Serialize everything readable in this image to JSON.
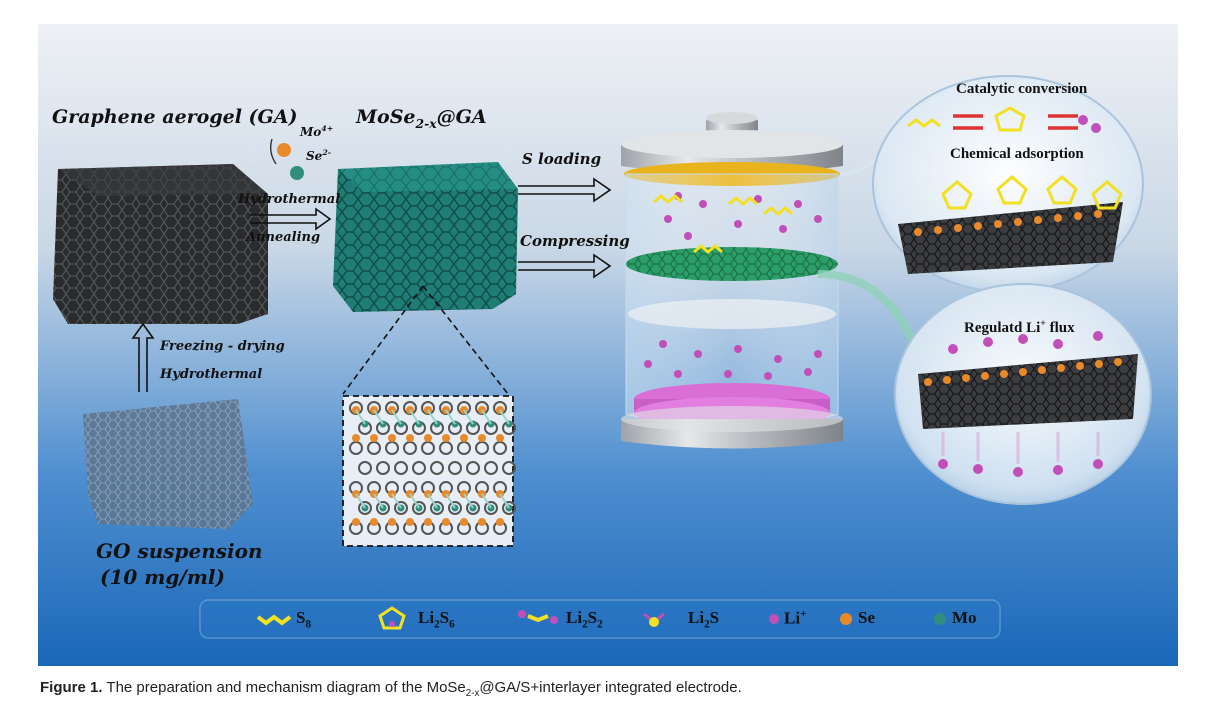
{
  "labels": {
    "ga_title": "Graphene aerogel (GA)",
    "mose_title_main": "MoSe",
    "mose_title_sub": "2-x",
    "mose_title_suffix": "@GA",
    "mo_ion": "Mo",
    "mo_ion_sup": "4+",
    "se_ion": "Se",
    "se_ion_sup": "2-",
    "hydrothermal": "Hydrothermal",
    "annealing": "Annealing",
    "freezing_drying": "Freezing - drying",
    "hydrothermal2": "Hydrothermal",
    "go_suspension_line1": "GO suspension",
    "go_suspension_line2": "(10 mg/ml)",
    "s_loading": "S loading",
    "compressing": "Compressing",
    "catalytic_conversion": "Catalytic conversion",
    "chemical_adsorption": "Chemical adsorption",
    "regulated_flux_main": "Regulatd Li",
    "regulated_flux_sup": "+",
    "regulated_flux_suffix": " flux"
  },
  "legend": [
    {
      "label": "S",
      "sub": "8",
      "icon": "s8-molecule-icon"
    },
    {
      "label": "Li",
      "sub": "2",
      "label2": "S",
      "sub2": "6",
      "icon": "li2s6-molecule-icon"
    },
    {
      "label": "Li",
      "sub": "2",
      "label2": "S",
      "sub2": "2",
      "icon": "li2s2-molecule-icon"
    },
    {
      "label": "Li",
      "sub": "2",
      "label2": "S",
      "sub2": "",
      "icon": "li2s-molecule-icon"
    },
    {
      "label": "Li",
      "sup": "+",
      "icon": "li-ion-icon"
    },
    {
      "label": "Se",
      "icon": "se-atom-icon"
    },
    {
      "label": "Mo",
      "icon": "mo-atom-icon"
    }
  ],
  "caption": {
    "figure_label": "Figure 1.",
    "text_before": " The preparation and mechanism diagram of the MoSe",
    "text_sub": "2-x",
    "text_after": "@GA/S+interlayer integrated electrode."
  },
  "colors": {
    "bg_top": "#e9edf2",
    "bg_bottom": "#1d6fc0",
    "ga_block": "#2a2b2d",
    "mose_block": "#1e7a74",
    "sulfur": "#f2e022",
    "lithium": "#c24fb8",
    "selenium": "#e98a2a",
    "molybdenum": "#2f8f7c",
    "interlayer": "#2fa36b",
    "anode": "#d96fd6"
  }
}
